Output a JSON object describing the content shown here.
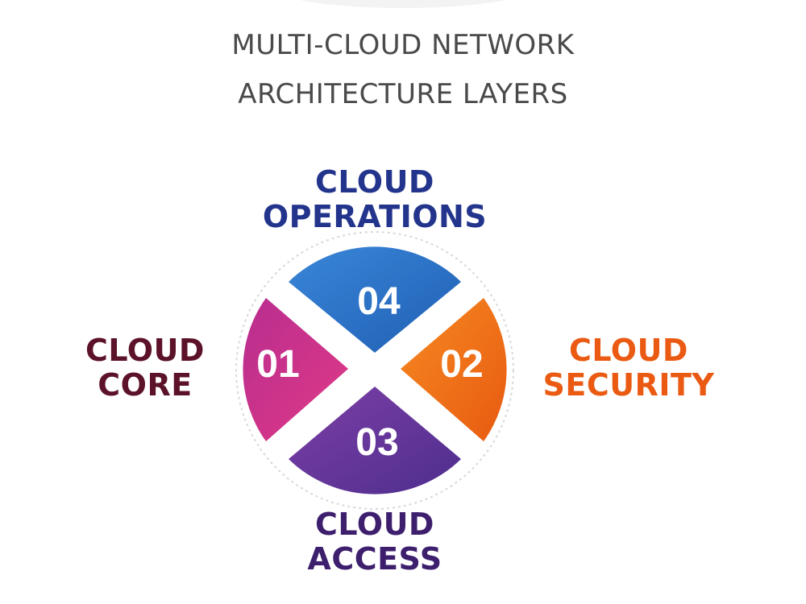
{
  "title": {
    "line1": "MULTI-CLOUD NETWORK",
    "line2": "ARCHITECTURE LAYERS"
  },
  "segments": {
    "operations": {
      "number": "04",
      "label_line1": "CLOUD",
      "label_line2": "OPERATIONS",
      "color": "#2f6fc8",
      "label_color": "#22348c"
    },
    "core": {
      "number": "01",
      "label_line1": "CLOUD",
      "label_line2": "CORE",
      "color": "#d2318e",
      "label_color": "#5c1228"
    },
    "security": {
      "number": "02",
      "label_line1": "CLOUD",
      "label_line2": "SECURITY",
      "color": "#f07018",
      "label_color": "#ea5a12"
    },
    "access": {
      "number": "03",
      "label_line1": "CLOUD",
      "label_line2": "ACCESS",
      "color": "#6a3a9e",
      "label_color": "#3d1f6e"
    }
  }
}
